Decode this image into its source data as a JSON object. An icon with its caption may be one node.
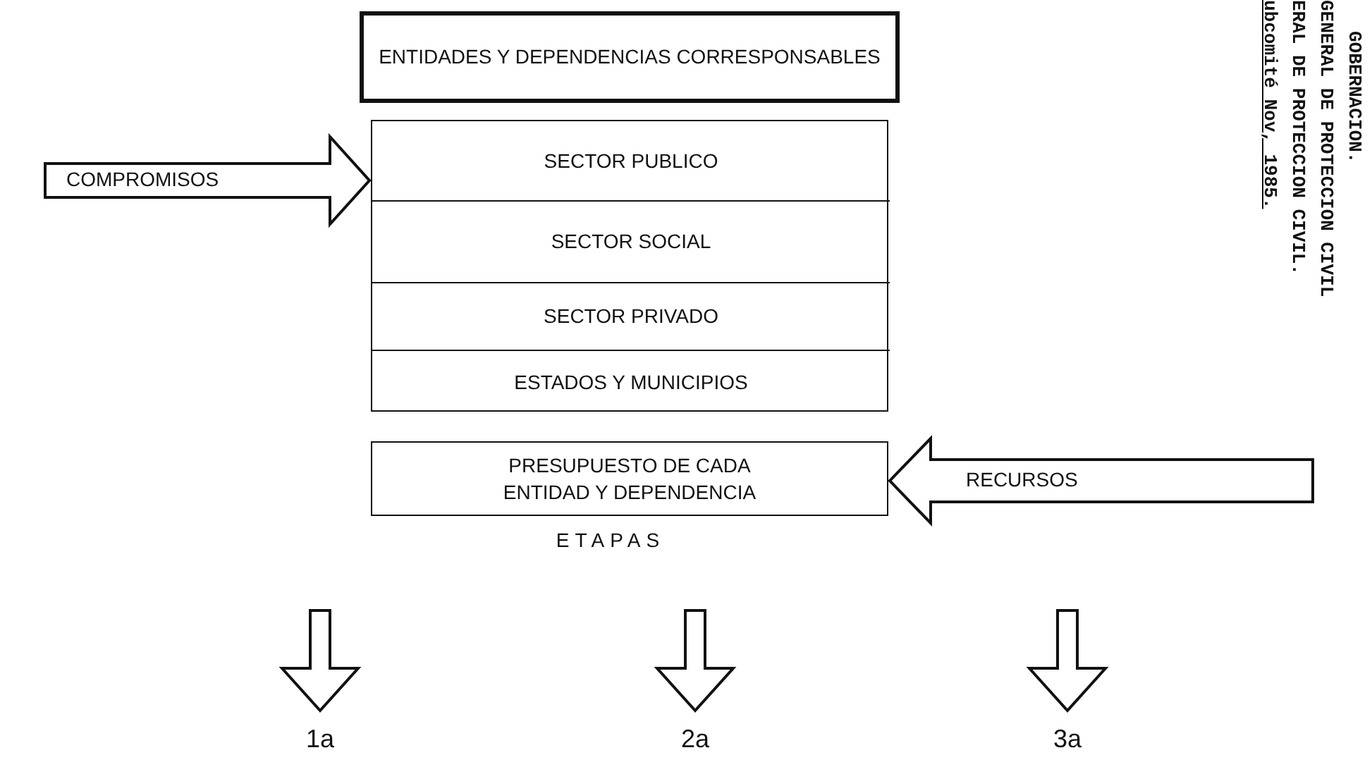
{
  "diagram": {
    "nodes": [
      {
        "text": [
          "ENTIDADES Y DEPENDENCIAS CORRESPONSABLES"
        ]
      },
      {
        "text": [],
        "shape": "box"
      },
      {
        "text": [
          "SECTOR PUBLICO"
        ],
        "in": 1
      },
      {
        "text": [
          "SECTOR SOCIAL"
        ],
        "in": 1
      },
      {
        "text": [
          "SECTOR PRIVADO"
        ],
        "in": 1
      },
      {
        "text": [
          "ESTADOS Y MUNICIPIOS"
        ],
        "in": 1
      },
      {
        "text": [
          "PRESUPUESTO DE CADA ENTIDAD Y DEPENDENCIA"
        ]
      },
      {
        "text": [
          "ETAPAS"
        ]
      },
      {
        "text": [
          "1a"
        ]
      },
      {
        "text": [
          "2a"
        ]
      },
      {
        "text": [
          "3a"
        ]
      }
    ],
    "edges": [
      {
        "from": null,
        "to": 1,
        "arrow": "to",
        "label": "COMPROMISOS"
      },
      {
        "from": null,
        "to": 6,
        "arrow": "to",
        "label": "RECURSOS"
      },
      {
        "from": null,
        "to": 8,
        "arrow": "to"
      },
      {
        "from": null,
        "to": 9,
        "arrow": "to"
      },
      {
        "from": null,
        "to": 10,
        "arrow": "to"
      }
    ],
    "labels": [
      "GOBERNACION.",
      "GENERAL DE PROTECCION CIVIL",
      "ERAL DE PROTECCION CIVIL.",
      "ubcomité Nov, 1985."
    ]
  }
}
